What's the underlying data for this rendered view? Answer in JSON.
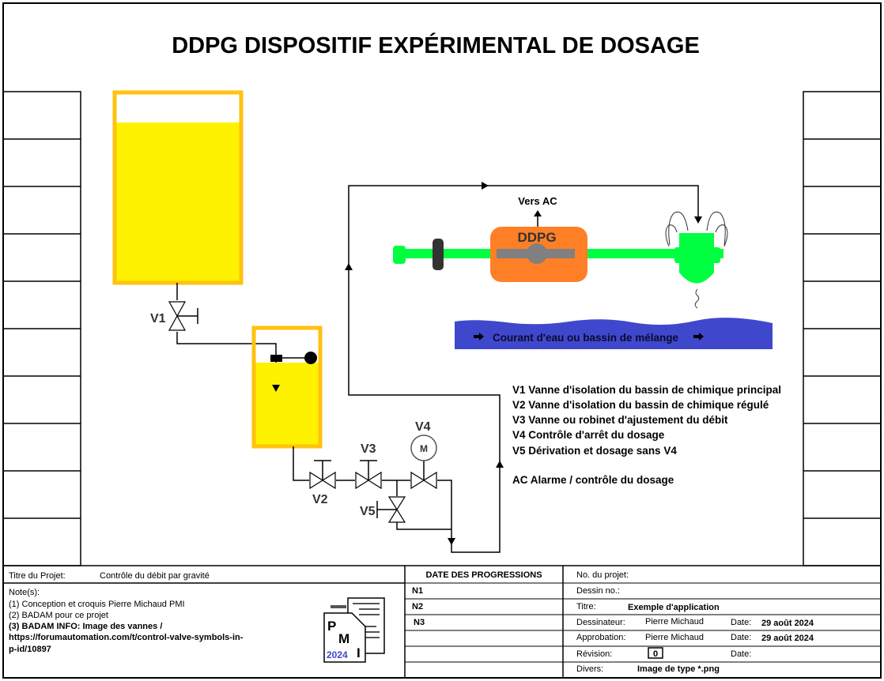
{
  "title": "DDPG DISPOSITIF EXPÉRIMENTAL DE DOSAGE",
  "diagram": {
    "valves": [
      "V1",
      "V2",
      "V3",
      "V4",
      "V5"
    ],
    "motor_label": "M",
    "device_label": "DDPG",
    "alarm_label": "Vers AC",
    "water_label": "Courant d'eau ou bassin de mélange",
    "colors": {
      "tank_border": "#FFC20E",
      "liquid": "#FFF200",
      "device": "#FF7F27",
      "pipe": "#00FF40",
      "water": "#3F48CC"
    }
  },
  "legend": [
    "V1 Vanne d'isolation du bassin de chimique principal",
    "V2 Vanne d'isolation du bassin de chimique régulé",
    "V3 Vanne ou robinet d'ajustement du débit",
    "V4 Contrôle d'arrêt du dosage",
    "V5 Dérivation et dosage sans V4",
    "AC Alarme / contrôle du dosage"
  ],
  "title_block": {
    "project_title_label": "Titre du Projet:",
    "project_title": "Contrôle du débit par gravité",
    "notes_label": "Note(s):",
    "notes": [
      "(1) Conception et croquis Pierre Michaud PMI",
      "(2) BADAM pour ce projet",
      "(3) BADAM INFO: Image des vannes /",
      "https://forumautomation.com/t/control-valve-symbols-in-",
      "p-id/10897"
    ],
    "logo": {
      "letters": "PMI",
      "year": "2024"
    },
    "progress_header": "DATE DES PROGRESSIONS",
    "progress": [
      "N1",
      "N2",
      "N3"
    ],
    "project_no_label": "No. du projet:",
    "drawing_no_label": "Dessin no.:",
    "titre_label": "Titre:",
    "titre": "Exemple d'application",
    "designer_label": "Dessinateur:",
    "designer": "Pierre Michaud",
    "approval_label": "Approbation:",
    "approver": "Pierre Michaud",
    "date_label": "Date:",
    "designer_date": "29 août 2024",
    "approval_date": "29 août 2024",
    "revision_label": "Révision:",
    "revision": "0",
    "misc_label": "Divers:",
    "misc": "Image de type *.png"
  }
}
